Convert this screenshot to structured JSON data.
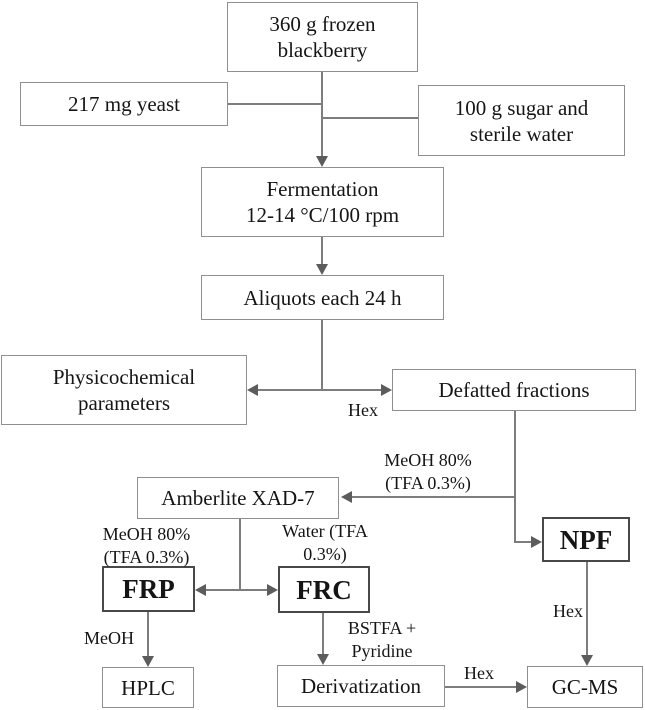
{
  "figure_type": "flowchart",
  "title_semantic": "Blackberry fermentation and fraction analysis workflow",
  "colors": {
    "background": "#ffffff",
    "box_border": "#8f8f8f",
    "bold_box_border": "#484848",
    "connector_line": "#7d7d7d",
    "arrowhead": "#5c5c5c",
    "text": "#151515"
  },
  "nodes": {
    "blackberry": {
      "line1": "360 g frozen",
      "line2": "blackberry"
    },
    "yeast": {
      "line1": "217 mg yeast"
    },
    "sugar": {
      "line1": "100 g sugar and",
      "line2": "sterile water"
    },
    "fermentation": {
      "line1": "Fermentation",
      "line2": "12-14 °C/100 rpm"
    },
    "aliquots": {
      "line1": "Aliquots each 24 h"
    },
    "physicochemical": {
      "line1": "Physicochemical",
      "line2": "parameters"
    },
    "defatted": {
      "line1": "Defatted fractions"
    },
    "amberlite": {
      "line1": "Amberlite XAD-7"
    },
    "npf": {
      "line1": "NPF"
    },
    "frp": {
      "line1": "FRP"
    },
    "frc": {
      "line1": "FRC"
    },
    "hplc": {
      "line1": "HPLC"
    },
    "derivatization": {
      "line1": "Derivatization"
    },
    "gcms": {
      "line1": "GC-MS"
    }
  },
  "edge_labels": {
    "hex_defatted": "Hex",
    "meoh_to_amberlite_line1": "MeOH 80%",
    "meoh_to_amberlite_line2": "(TFA 0.3%)",
    "meoh_to_frp_line1": "MeOH 80%",
    "meoh_to_frp_line2": "(TFA 0.3%)",
    "water_to_frc_line1": "Water (TFA",
    "water_to_frc_line2": "0.3%)",
    "meoh_to_hplc": "MeOH",
    "bstfa_line1": "BSTFA +",
    "bstfa_line2": "Pyridine",
    "hex_to_gcms": "Hex",
    "hex_npf_to_gcms": "Hex"
  }
}
